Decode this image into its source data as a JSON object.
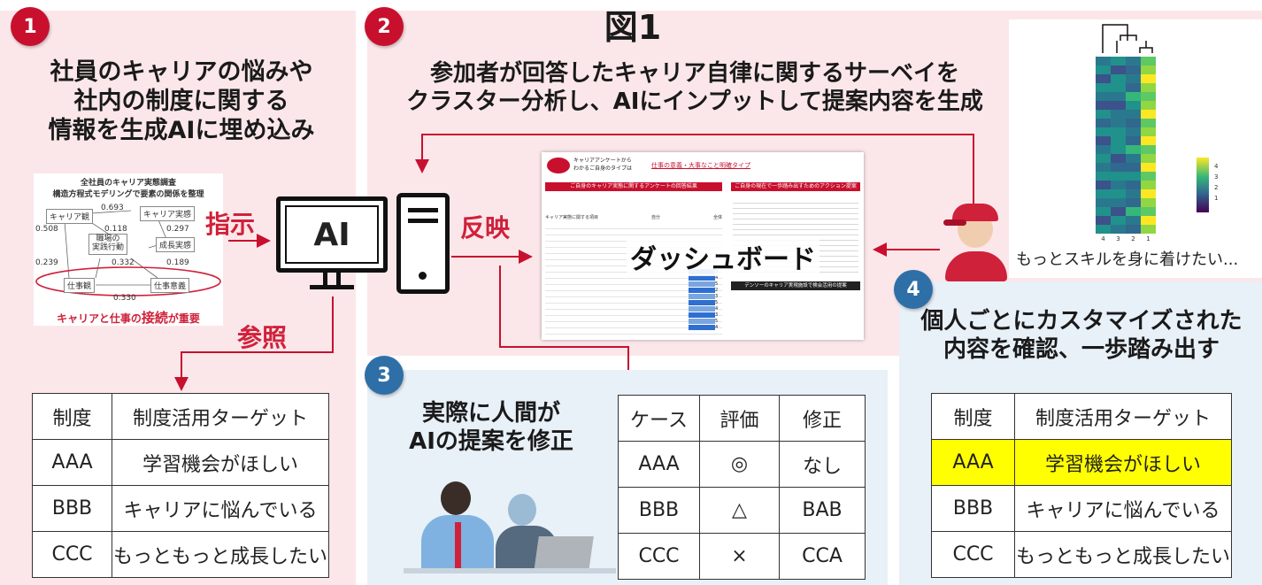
{
  "figure_title": "図1",
  "step1": {
    "number": "1",
    "heading": [
      "社員のキャリアの悩みや",
      "社内の制度に関する",
      "情報を生成AIに埋め込み"
    ],
    "diagram": {
      "title_line1": "全社員のキャリア実態調査",
      "title_line2": "構造方程式モデリングで要素の関係を整理",
      "nodes": [
        "キャリア観",
        "キャリア実感",
        "職場の\n実践行動",
        "成長実感",
        "仕事観",
        "仕事意義"
      ],
      "coefficients": [
        "0.693",
        "0.508",
        "0.118",
        "0.297",
        "0.239",
        "0.332",
        "0.189",
        "0.330"
      ],
      "caption_prefix": "キャリアと仕事の",
      "caption_emph": "接続",
      "caption_suffix": "が重要"
    }
  },
  "step2": {
    "number": "2",
    "heading": [
      "参加者が回答したキャリア自律に関するサーベイを",
      "クラスター分析し、AIにインプットして提案内容を生成"
    ]
  },
  "labels": {
    "instruct": "指示",
    "reflect": "反映",
    "reference": "参照",
    "ai": "AI"
  },
  "dashboard": {
    "title": "ダッシュボード",
    "header_left": "キャリアアンケートから\nわかるご自身のタイプは",
    "header_type": "仕事の意義・大事なこと明確タイプ",
    "section1": "ご自身のキャリア実態に関するアンケートの回答結果",
    "section2": "ご自身の現在で一歩踏み出すためのアクション提案",
    "section3": "デンソーのキャリア実現施設で検会活用の提案",
    "table_header": [
      "キャリア実態に関する項目",
      "自分",
      "全体"
    ],
    "values": [
      "3",
      "4",
      "5",
      "2",
      "3",
      "5",
      "4",
      "3",
      "5",
      "4"
    ]
  },
  "heatmap": {
    "colorbar_ticks": [
      "4",
      "3",
      "2",
      "1"
    ],
    "x_ticks": [
      "4",
      "3",
      "2",
      "1"
    ]
  },
  "person_quote": "もっとスキルを身に着けたい...",
  "step3": {
    "number": "3",
    "heading": [
      "実際に人間が",
      "AIの提案を修正"
    ],
    "table": {
      "headers": [
        "ケース",
        "評価",
        "修正"
      ],
      "rows": [
        [
          "AAA",
          "◎",
          "なし"
        ],
        [
          "BBB",
          "△",
          "BAB"
        ],
        [
          "CCC",
          "×",
          "CCA"
        ]
      ]
    }
  },
  "step4": {
    "number": "4",
    "heading": [
      "個人ごとにカスタマイズされた",
      "内容を確認、一歩踏み出す"
    ],
    "table": {
      "headers": [
        "制度",
        "制度活用ターゲット"
      ],
      "rows": [
        [
          "AAA",
          "学習機会がほしい"
        ],
        [
          "BBB",
          "キャリアに悩んでいる"
        ],
        [
          "CCC",
          "もっともっと成長したい"
        ]
      ],
      "highlight_row": 0,
      "highlight_color": "#ffff00"
    }
  },
  "table1": {
    "headers": [
      "制度",
      "制度活用ターゲット"
    ],
    "rows": [
      [
        "AAA",
        "学習機会がほしい"
      ],
      [
        "BBB",
        "キャリアに悩んでいる"
      ],
      [
        "CCC",
        "もっともっと成長したい"
      ]
    ]
  },
  "colors": {
    "accent_red": "#c8102e",
    "label_red": "#d0213a",
    "step_blue": "#2f6fa7",
    "panel_pink": "#fbe7ea",
    "panel_blue": "#e8f0f8"
  }
}
